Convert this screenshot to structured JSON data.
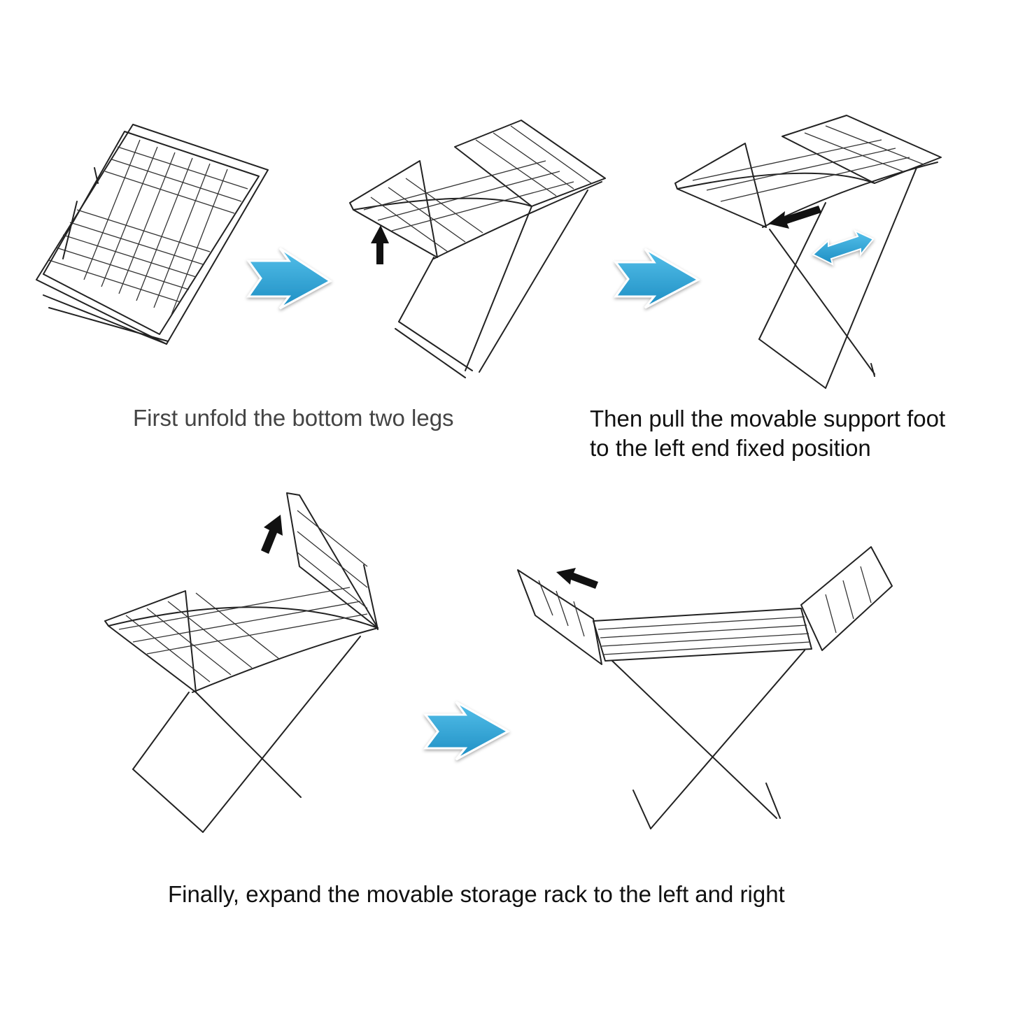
{
  "colors": {
    "accent_arrow": "#2ea3d4",
    "black_arrow": "#111111",
    "line": "#222222"
  },
  "icons": {
    "step_arrows": [
      "blue-right-arrow-icon",
      "blue-right-arrow-icon",
      "blue-right-arrow-icon"
    ],
    "direction_arrows": [
      "up-arrow-icon",
      "left-arrow-icon",
      "double-arrow-icon",
      "up-arrow-icon",
      "left-arrow-icon"
    ]
  },
  "captions": {
    "step1": "First unfold the bottom two legs",
    "step2_line1": "Then pull the movable support foot",
    "step2_line2": "to the left end fixed position",
    "step3": "Finally, expand the movable storage rack to the left and right"
  }
}
